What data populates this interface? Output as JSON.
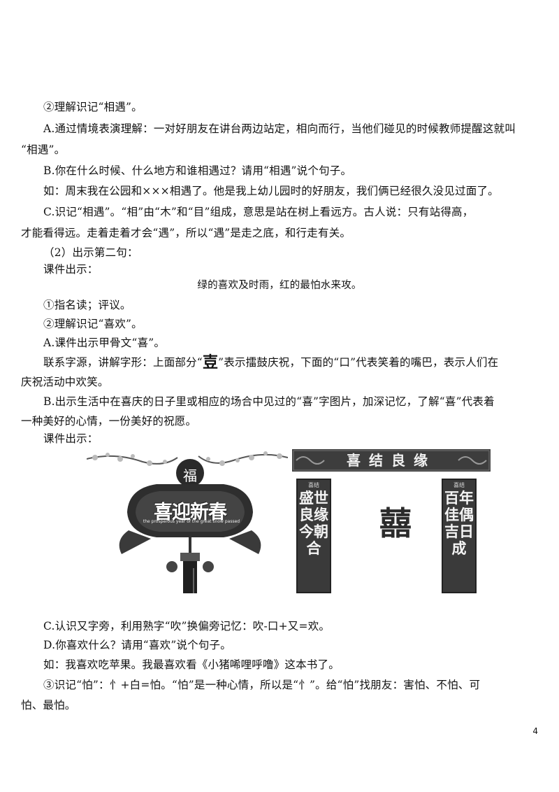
{
  "lines": [
    "②理解识记“相遇”。",
    "A.通过情境表演理解：一对好朋友在讲台两边站定，相向而行，当他们碰见的时候教师提醒这就叫",
    "“相遇”。",
    "B.你在什么时候、什么地方和谁相遇过？请用“相遇”说个句子。",
    "如：周末我在公园和×××相遇了。他是我上幼儿园时的好朋友，我们俩已经很久没见过面了。",
    "C.识记“相遇”。“相”由“木”和“目”组成，意思是站在树上看远方。古人说：只有站得高，",
    "才能看得远。走着走着才会“遇”，所以“遇”是走之底，和行走有关。",
    "（2）出示第二句：",
    "课件出示："
  ],
  "center_line": "绿的喜欢及时雨，红的最怕水来攻。",
  "lines2": [
    "①指名读；评议。",
    "②理解识记“喜欢”。",
    "A.课件出示甲骨文“喜”。"
  ],
  "etym": {
    "before": "联系字源，讲解字形：上面部分“",
    "glyph": "壴",
    "after": "”表示擂鼓庆祝，下面的“口”代表笑着的嘴巴，表示人们在",
    "cont": "庆祝活动中欢笑。"
  },
  "lines3": [
    "B.出示生活中在喜庆的日子里或相应的场合中见过的“喜”字图片，加深记忆，了解“喜”代表着",
    "一种美好的心情，一份美好的祝愿。",
    "课件出示："
  ],
  "pic1": {
    "fu": "福",
    "title": "喜迎新春",
    "subtitle": "the prosperous year of the great snow passed"
  },
  "pic2": {
    "banner": "喜结良缘",
    "tag": "喜结",
    "left_couplet": "盛世良缘今朝合",
    "right_couplet": "百年佳偶吉日成",
    "center": "囍"
  },
  "lines4": [
    "C.认识又字旁，利用熟字“吹”换偏旁记忆：吹-口+又=欢。",
    "D.你喜欢什么？请用“喜欢”说个句子。",
    "如：我喜欢吃苹果。我最喜欢看《小猪唏哩呼噜》这本书了。",
    "③识记“怕”：忄+白=怕。“怕”是一种心情，所以是“忄”。给“怕”找朋友：害怕、不怕、可",
    "怕、最怕。"
  ],
  "page_number": "4"
}
